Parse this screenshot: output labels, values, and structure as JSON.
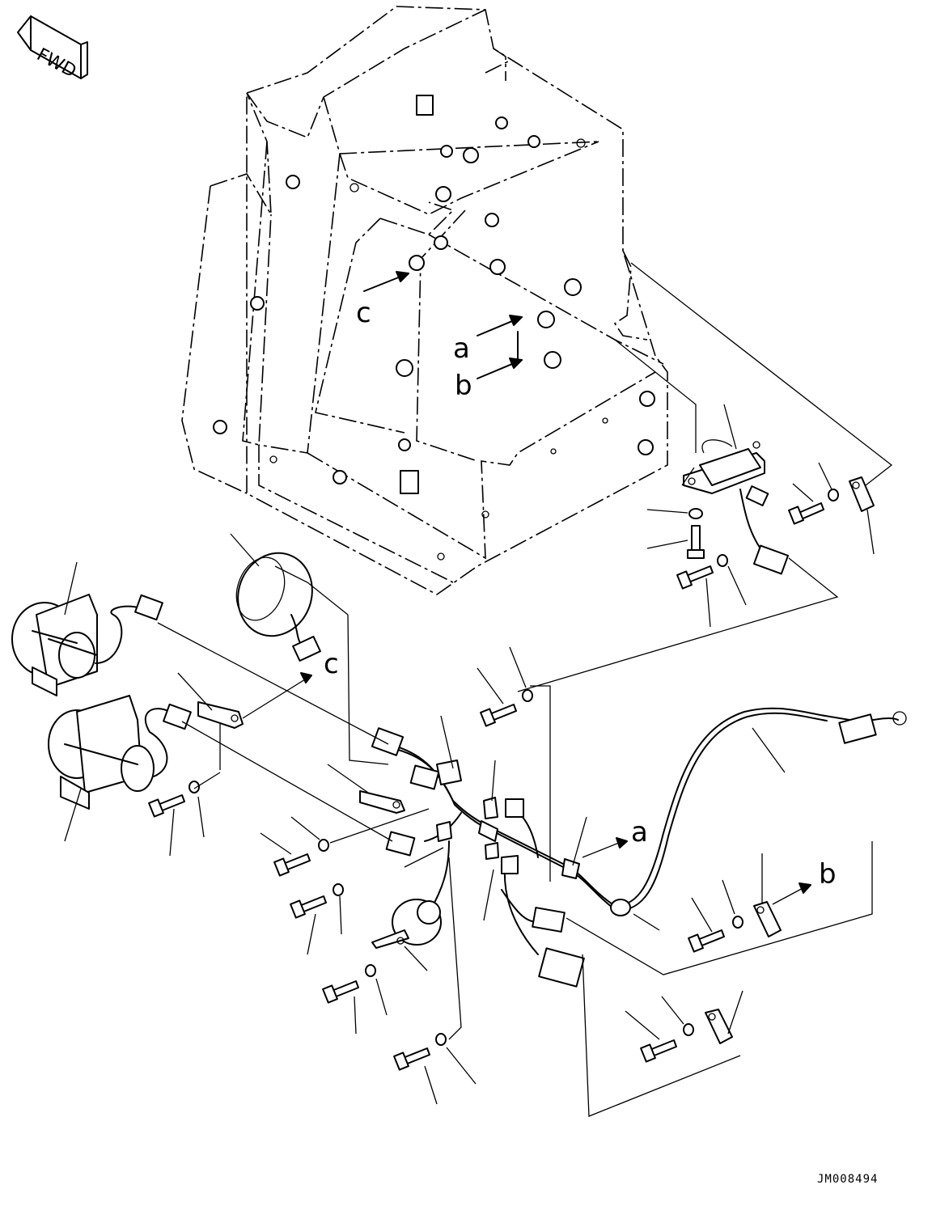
{
  "diagram": {
    "direction_badge": "FWD",
    "callouts": {
      "a_frame": "a",
      "b_frame": "b",
      "c_frame": "c",
      "c_harness": "c",
      "a_harness": "a",
      "b_harness": "b"
    },
    "drawing_code": "JM008494"
  }
}
